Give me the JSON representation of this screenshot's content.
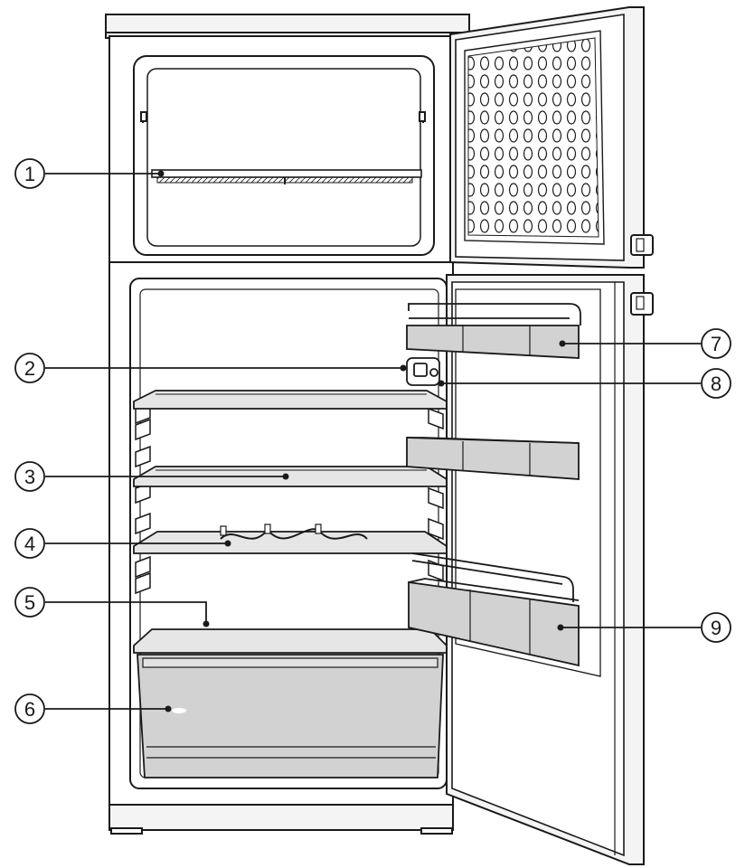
{
  "callouts": [
    {
      "label": "1",
      "side": "left"
    },
    {
      "label": "2",
      "side": "left"
    },
    {
      "label": "3",
      "side": "left"
    },
    {
      "label": "4",
      "side": "left"
    },
    {
      "label": "5",
      "side": "left"
    },
    {
      "label": "6",
      "side": "left"
    },
    {
      "label": "7",
      "side": "right"
    },
    {
      "label": "8",
      "side": "right"
    },
    {
      "label": "9",
      "side": "right"
    }
  ],
  "colors": {
    "line": "#1a1a1a",
    "panel": "#f4f4f4",
    "shelf_glass": "#d9d9d9",
    "bin": "#cfcfcf",
    "interior": "#ffffff"
  }
}
